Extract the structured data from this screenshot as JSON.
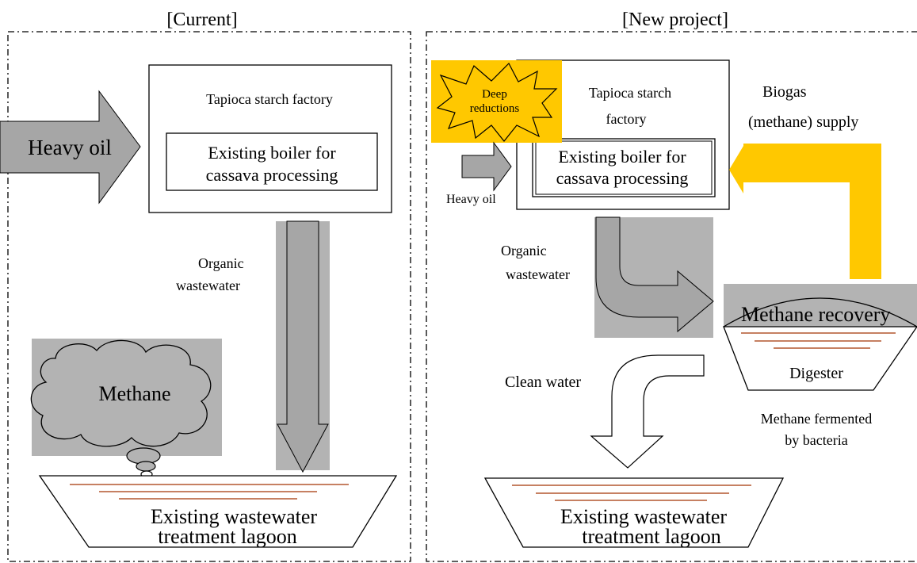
{
  "current": {
    "heading": "[Current]",
    "heavy_oil": "Heavy oil",
    "factory": "Tapioca starch factory",
    "boiler_line1": "Existing boiler for",
    "boiler_line2": "cassava processing",
    "organic_line1": "Organic",
    "organic_line2": "wastewater",
    "methane": "Methane",
    "lagoon_line1": "Existing wastewater",
    "lagoon_line2": "treatment lagoon"
  },
  "new_project": {
    "heading": "[New project]",
    "deep_line1": "Deep",
    "deep_line2": "reductions",
    "factory_line1": "Tapioca starch",
    "factory_line2": "factory",
    "biogas_line1": "Biogas",
    "biogas_line2": "(methane) supply",
    "boiler_line1": "Existing boiler for",
    "boiler_line2": "cassava processing",
    "heavy_oil": "Heavy oil",
    "organic_line1": "Organic",
    "organic_line2": "wastewater",
    "methane_recovery": "Methane recovery",
    "digester": "Digester",
    "clean_water": "Clean water",
    "fermented_line1": "Methane fermented",
    "fermented_line2": "by bacteria",
    "lagoon_line1": "Existing wastewater",
    "lagoon_line2": "treatment lagoon"
  },
  "colors": {
    "arrow_gray": "#a6a6a6",
    "box_gray": "#b3b3b3",
    "biogas_yellow": "#ffc800",
    "sludge_line": "#b4572e"
  }
}
